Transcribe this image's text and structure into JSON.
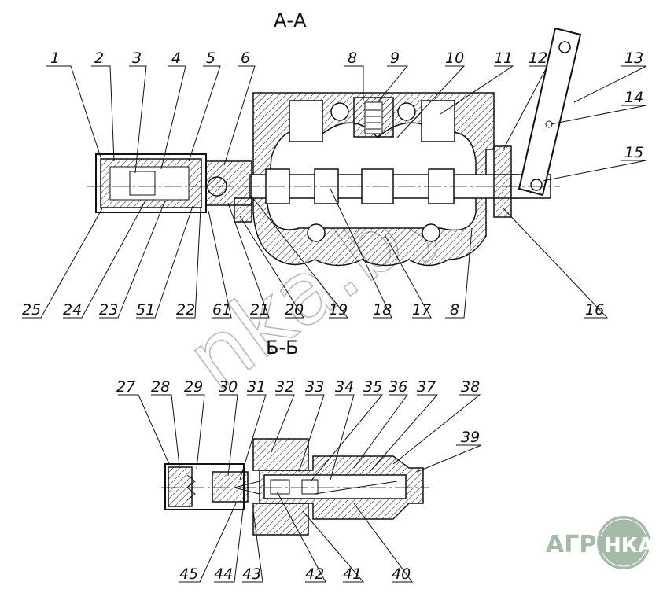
{
  "section_aa": {
    "title": "А-А",
    "top_labels": [
      "1",
      "2",
      "3",
      "4",
      "5",
      "6",
      "8",
      "9",
      "10",
      "11",
      "12",
      "13",
      "14",
      "15"
    ],
    "bottom_labels": [
      "25",
      "24",
      "23",
      "51",
      "22",
      "61",
      "21",
      "20",
      "19",
      "18",
      "17",
      "8",
      "16"
    ]
  },
  "section_bb": {
    "title": "Б-Б",
    "top_labels": [
      "27",
      "28",
      "29",
      "30",
      "31",
      "32",
      "33",
      "34",
      "35",
      "36",
      "37",
      "38",
      "39"
    ],
    "bottom_labels": [
      "45",
      "44",
      "43",
      "42",
      "41",
      "40"
    ]
  },
  "watermark": "nka.by",
  "logo": {
    "left": "АГРО",
    "right": "НКА",
    "color": "#a4bba8"
  }
}
